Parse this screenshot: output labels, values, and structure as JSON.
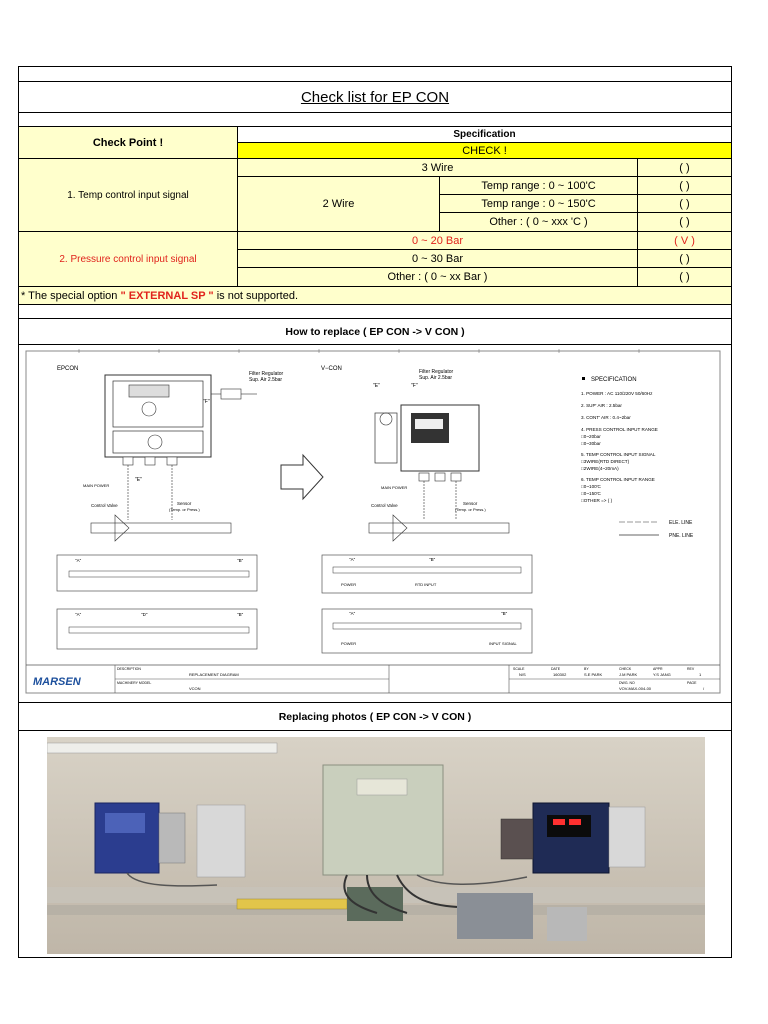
{
  "title": "Check list for EP CON",
  "checkpoint_header": "Check Point !",
  "spec_header": "Specification",
  "check_banner": "CHECK !",
  "temp": {
    "label": "1. Temp control input signal",
    "three_wire": "3 Wire",
    "three_wire_mark": "(    )",
    "two_wire": "2 Wire",
    "options": [
      {
        "text": "Temp range : 0 ~ 100'C",
        "mark": "(    )"
      },
      {
        "text": "Temp range : 0 ~ 150'C",
        "mark": "(    )"
      },
      {
        "text": "Other : ( 0 ~ xxx 'C )",
        "mark": "(    )"
      }
    ]
  },
  "pressure": {
    "label": "2. Pressure control input signal",
    "options": [
      {
        "text": "0 ~ 20 Bar",
        "mark": "( V )"
      },
      {
        "text": "0 ~ 30 Bar",
        "mark": "(    )"
      },
      {
        "text": "Other : ( 0 ~ xx Bar )",
        "mark": "(    )"
      }
    ]
  },
  "note": {
    "prefix": "* The special option ",
    "highlight": "\" EXTERNAL SP \"",
    "suffix": " is not supported."
  },
  "replace_header": "How to replace ( EP CON -> V CON )",
  "photos_header": "Replacing photos ( EP CON -> V CON )",
  "diagram": {
    "epcon": "EPCON",
    "vcon": "V−CON",
    "filter1": "Filter Regulator",
    "filter2": "Sup. Air 2.5bar",
    "label_e": "\"E\"",
    "label_f": "\"F\"",
    "main_power": "MAIN POWER",
    "control_valve": "Control Valve",
    "sensor": "Sensor",
    "sensor_sub": "(Temp. or Press.)",
    "spec_title": "SPECIFICATION",
    "spec_lines": [
      "1.  POWER : AC 110/220V 50/60Hz",
      "2.  SUP' AIR : 2.5bar",
      "3.  CONT' AIR : 0.4~2bar",
      "4.  PRESS CONTROL INPUT RANGE",
      "     □0~20bar",
      "     □0~30bar",
      "5.  TEMP CONTROL INPUT SIGNAL",
      "     □3WIRE(RTD DIRECT)",
      "     □2WIRE(4~20mA)",
      "6.  TEMP CONTROL INPUT RANGE",
      "     □0~100'C",
      "     □0~150'C",
      "     □OTHER =>  (                    )"
    ],
    "ele_line": "ELE. LINE",
    "pne_line": "PNE. LINE",
    "label_a": "\"A\"",
    "label_b": "\"B\"",
    "label_d": "\"D\"",
    "power": "POWER",
    "rtd_input": "RTD INPUT",
    "input_signal": "INPUT SIGNAL",
    "logo": "MARSEN",
    "desc_label": "DESCRIPTION",
    "desc_value": "REPLACEMENT DIAGRAM",
    "machinery_label": "MACHINERY MODEL",
    "machinery_value": "VCON",
    "scale_label": "SCALE",
    "scale_value": "N/S",
    "date_label": "DATE",
    "date_value": "160302",
    "by_label": "BY",
    "by_value": "S.E PARK",
    "check_label": "CHECK",
    "check_value": "J.M PARK",
    "appr_label": "APPR",
    "appr_value": "Y.S JANG",
    "rev_label": "REV",
    "rev_value": "1",
    "dwg_label": "DWG. NO",
    "dwg_value": "VOV-MAX-004-00",
    "page_label": "PAGE",
    "page_value": "/"
  }
}
